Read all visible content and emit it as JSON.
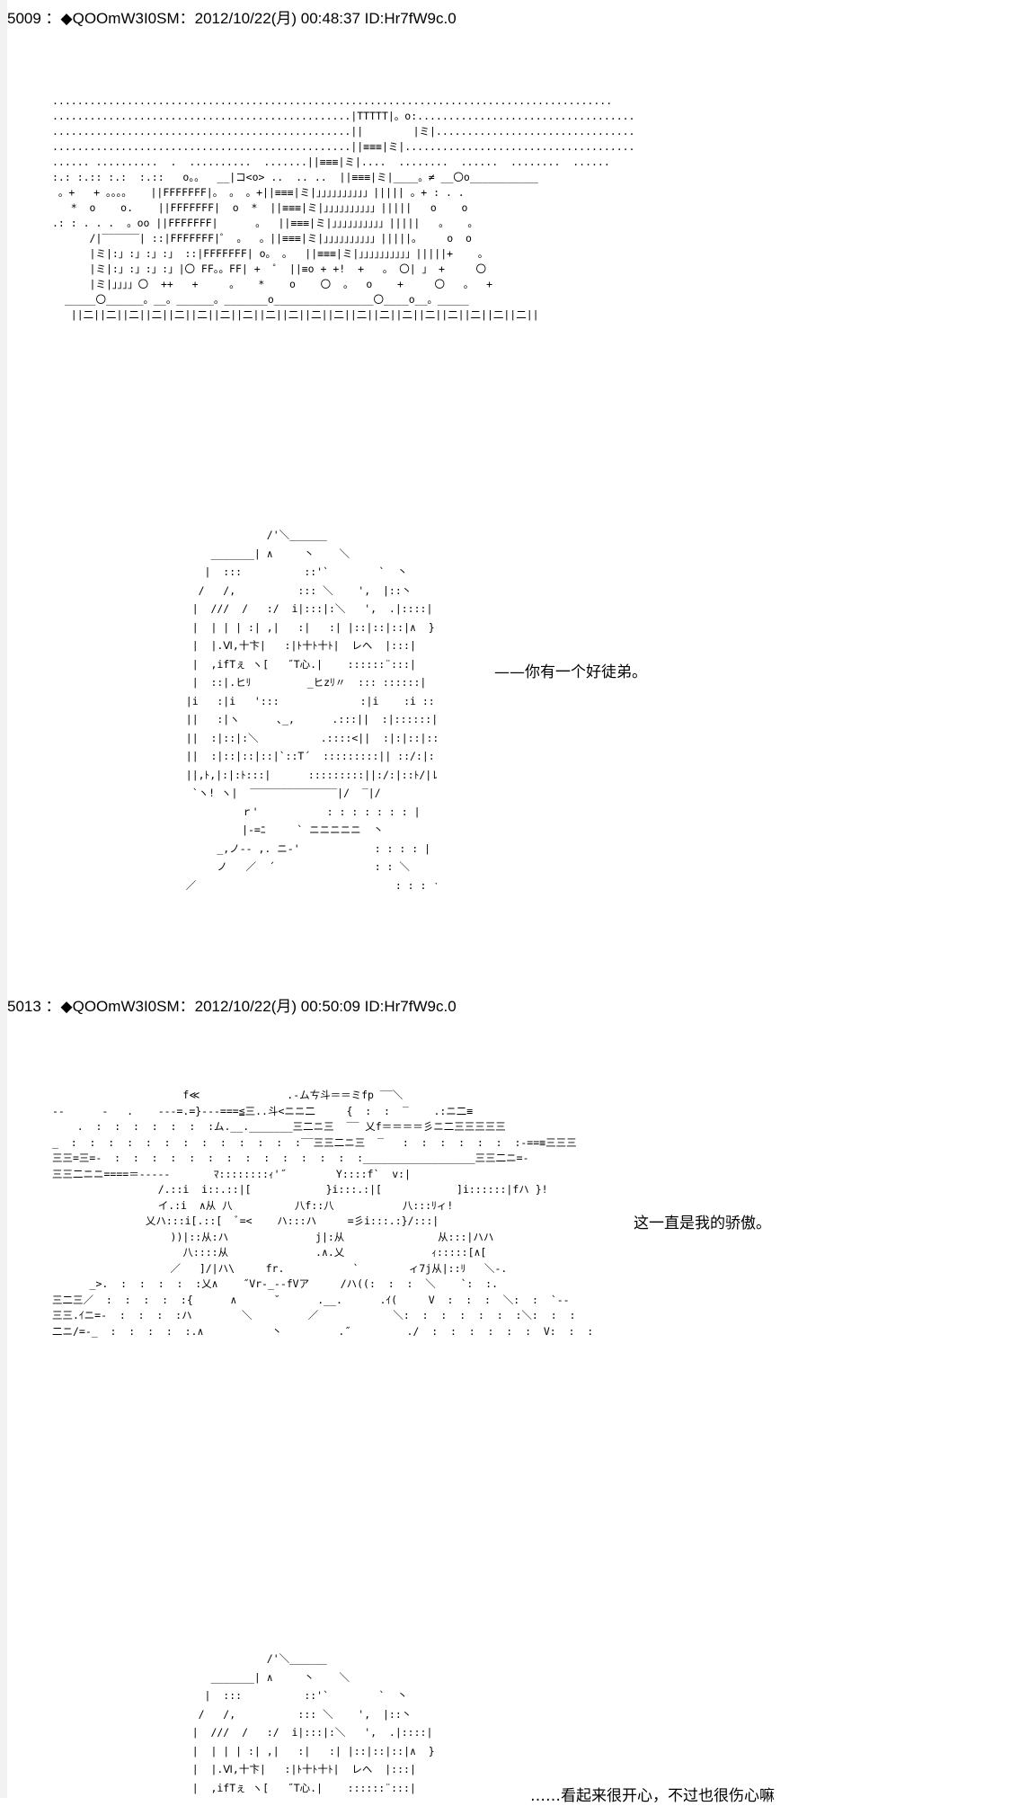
{
  "posts": [
    {
      "header": "5009 ：◆QOOmW3I0SM：2012/10/22(月) 00:48:37 ID:Hr7fW9c.0",
      "scene_aa": "..........................................................................................\n................................................|TTTTT|。o:........................................\n................................................||        |ミ|.......................................\n................................................||≡≡≡|ミ|.......................................\n...... ..........  .  ..........  .......||≡≡≡|ミ|....  ........  ......  ........  ......\n:.: :.:: :.:  :.::   o。。  __|コ<o> ..  .. ..  ||≡≡≡|ミ|____。≠ __〇o___________\n 。+   + 。。。。   ||FFFFFFF|。 。 。+||≡≡≡|ミ|」」」」」」」」」」||||| 。+ : . .\n   *  o    o.    ||FFFFFFF|  o  *  ||≡≡≡|ミ|」」」」」」」」」」|||||   o    o\n.: : . . .  。oo ||FFFFFFF|      。  ||≡≡≡|ミ|」」」」」」」」」」|||||   。   。\n      /|‾‾‾‾‾‾| ::|FFFFFFF|゜ 。  。||≡≡≡|ミ|」」」」」」」」」」|||||。    o  o\n      |ミ|:」:」:」:」 ::|FFFFFFF| o。 。  ||≡≡≡|ミ|」」」」」」」」」」|||||+    。\n      |ミ|:」:」:」:」|〇 FF。。FF| +  ゜ ||≡o + +!  +   。 〇| 」 +     〇\n      |ミ|」」」」〇  ++   +     。   *    o    〇  。  o    +     〇   。  +\n  _____〇______。__。______。_______o________________〇____o__。_____\n   ||二||二||二||二||二||二||二||二||二||二||二||二||二||二||二||二||二||二||二||二||",
      "character_aa": "                /'＼______\n       _______| ∧     丶    ＼\n      |  :::          ::'`        `  丶\n     /   /,          ::: ＼    ',  |::丶\n    |  ///  /   :/  i|:::|:＼   ',  .|::::|\n    |  | | | :| ,|   :|   :| |::|::|::|∧  }.|:::|\n    |  |.Ⅵ,十卞|   :|ﾄ十ﾄ十ﾄ|  レヘ  |:::|\n    |  ,ifTぇ ヽ[   ˝T心.|    ::::::¨:::|\n    |  ::|.ヒﾘ         _ヒzﾘ〃  ::: ::::::|\n   |i   :|i   ':::             :|i    :i ::::::::|\n   ||   :|ヽ      ､_,      .:::||  :|::::::|::|\n   ||  :|::|:＼          .::::<||  :|:|::|:::||\n   ||  :|::|::|::|`::T´  :::::::::|| ::/:|::/::||\n   ||,ﾄ,|:|:ﾄ:::|      :::::::::||:/:|::ﾄ/|レ\n    `ヽ! ヽ|  ‾‾‾‾‾‾‾‾‾‾‾‾‾‾|/  ‾|/\n            ｒ'           : : : : : : : |\n            |-=ﾆ     ` ニニニニニ  丶\n        _,ノ-‐ ,. ニ‐'            : : : : |\n        ノ   ／  ´                : : ＼\n   ／                                : : : 丶",
      "dialogue": "——你有一个好徒弟。"
    },
    {
      "header": "5013 ：◆QOOmW3I0SM：2012/10/22(月) 00:50:09 ID:Hr7fW9c.0",
      "scene_aa": "                     f≪              .-ムㄘ斗＝＝ミfp ‾‾＼\n‐‐      -   .    -‐-=.=}‐‐‐===≦三..斗<ニニ二     {  :  :  ‾    .:ニ二≡\n    .  :  :  :  :  :  :  :ム.__._______三二ニ三  ‾‾ 乂f＝＝＝＝彡ニ二三三三三三\n_  :  :  :  :  :  :  :  :  :  :  :  :  :‾‾三三二ニ三  ‾   :  :  :  :  :  :  :-==≡三三三\n三三=三=‐  :  :  :  :  :  :  :  :  :  :  :  :  :  :__________________三三二ニ=‐\n三三二ニニ====＝-‐‐‐‐       ﾏ::::::::ｨ'˝        Y::::f`  v:|\n                 /.::i  i::.::|[            }i:::.:|[            ]i::::::|fハ }!\n                 イ.:i  ∧从 八          八f::八           八:::ﾘィ!\n               乂ハ:::i[.::[  ﾞ=<    ハ:::ハ     =彡i:::.:}/:::|\n                   ))|::从:ハ              j|:从               从:::|ハハ\n                     八::::从              .∧.乂              ｨ:::::[∧[\n                   ／   ]/|ハ\\     fr.           `        ィ7j从|::ﾘ   ＼‐.\n      _>.  :  :  :  :  :乂∧    ˝Vr‐_‐‐fVア     /ハ((:  :  :  ＼    `:  :.\n三二三／  :  :  :  :  :{      ∧      ˘      .__.      .ｲ(     V  :  :  :  ＼:  :  `‐‐\n三三.ｲニ=‐  :  :  :  :ハ        ＼         ／            ＼:  :  :  :  :  :  :＼:  :  :\n二ニ/=‐_  :  :  :  :  :.∧           丶         .˝         ./  :  :  :  :  :  :  V:  :  :",
      "dialogue": "这一直是我的骄傲。"
    },
    {
      "character_aa": "                /'＼______\n       _______| ∧     丶    ＼\n      |  :::          ::'`        `  丶\n     /   /,          ::: ＼    ',  |::丶\n    |  ///  /   :/  i|:::|:＼   ',  .|::::|\n    |  | | | :| ,|   :|   :| |::|::|::|∧  }.|:::|\n    |  |.Ⅵ,十卞|   :|ﾄ十ﾄ十ﾄ|  レヘ  |:::|\n    |  ,ifTぇ ヽ[   ˝T心.|    ::::::¨:::|",
      "dialogue": "……看起来很开心，不过也很伤心嘛"
    }
  ]
}
